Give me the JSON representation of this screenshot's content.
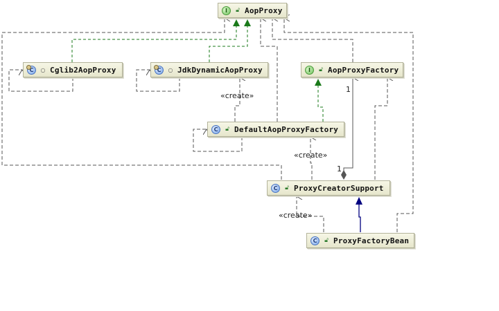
{
  "diagram": {
    "nodes": {
      "aop_proxy": {
        "name": "AopProxy",
        "kind": "I",
        "type": "interface",
        "visibility": "public"
      },
      "cglib2": {
        "name": "Cglib2AopProxy",
        "kind": "C",
        "type": "class",
        "visibility": "package"
      },
      "jdk_dynamic": {
        "name": "JdkDynamicAopProxy",
        "kind": "C",
        "type": "class",
        "visibility": "package"
      },
      "aop_proxy_factory": {
        "name": "AopProxyFactory",
        "kind": "I",
        "type": "interface",
        "visibility": "public"
      },
      "default_factory": {
        "name": "DefaultAopProxyFactory",
        "kind": "C",
        "type": "class",
        "visibility": "public"
      },
      "proxy_creator_support": {
        "name": "ProxyCreatorSupport",
        "kind": "C",
        "type": "class",
        "visibility": "public"
      },
      "proxy_factory_bean": {
        "name": "ProxyFactoryBean",
        "kind": "C",
        "type": "class",
        "visibility": "public"
      }
    },
    "labels": {
      "create_jdk": "«create»",
      "create_default": "«create»",
      "create_pcs": "«create»",
      "mult_factory": "1",
      "mult_pcs": "1"
    },
    "edges": [
      {
        "from": "cglib2",
        "to": "aop_proxy",
        "type": "implements"
      },
      {
        "from": "jdk_dynamic",
        "to": "aop_proxy",
        "type": "implements"
      },
      {
        "from": "default_factory",
        "to": "aop_proxy_factory",
        "type": "implements"
      },
      {
        "from": "proxy_factory_bean",
        "to": "proxy_creator_support",
        "type": "extends"
      },
      {
        "from": "proxy_creator_support",
        "to": "aop_proxy_factory",
        "type": "aggregation",
        "multiplicity": "1..1"
      },
      {
        "from": "default_factory",
        "to": "jdk_dynamic",
        "type": "create"
      },
      {
        "from": "proxy_creator_support",
        "to": "default_factory",
        "type": "create"
      },
      {
        "from": "proxy_factory_bean",
        "to": "proxy_creator_support",
        "type": "create"
      },
      {
        "from": "cglib2",
        "to": "cglib2",
        "type": "dependency"
      },
      {
        "from": "jdk_dynamic",
        "to": "jdk_dynamic",
        "type": "dependency"
      },
      {
        "from": "default_factory",
        "to": "default_factory",
        "type": "dependency"
      },
      {
        "from": "proxy_creator_support",
        "to": "aop_proxy",
        "type": "dependency"
      },
      {
        "from": "default_factory",
        "to": "aop_proxy",
        "type": "dependency"
      },
      {
        "from": "aop_proxy_factory",
        "to": "aop_proxy",
        "type": "dependency"
      },
      {
        "from": "proxy_factory_bean",
        "to": "aop_proxy",
        "type": "dependency"
      },
      {
        "from": "proxy_creator_support",
        "to": "aop_proxy_factory",
        "type": "dependency"
      }
    ],
    "colors": {
      "implements": "#1a7a1a",
      "extends": "#000080",
      "dependency": "#555555",
      "aggregation": "#555555"
    }
  }
}
